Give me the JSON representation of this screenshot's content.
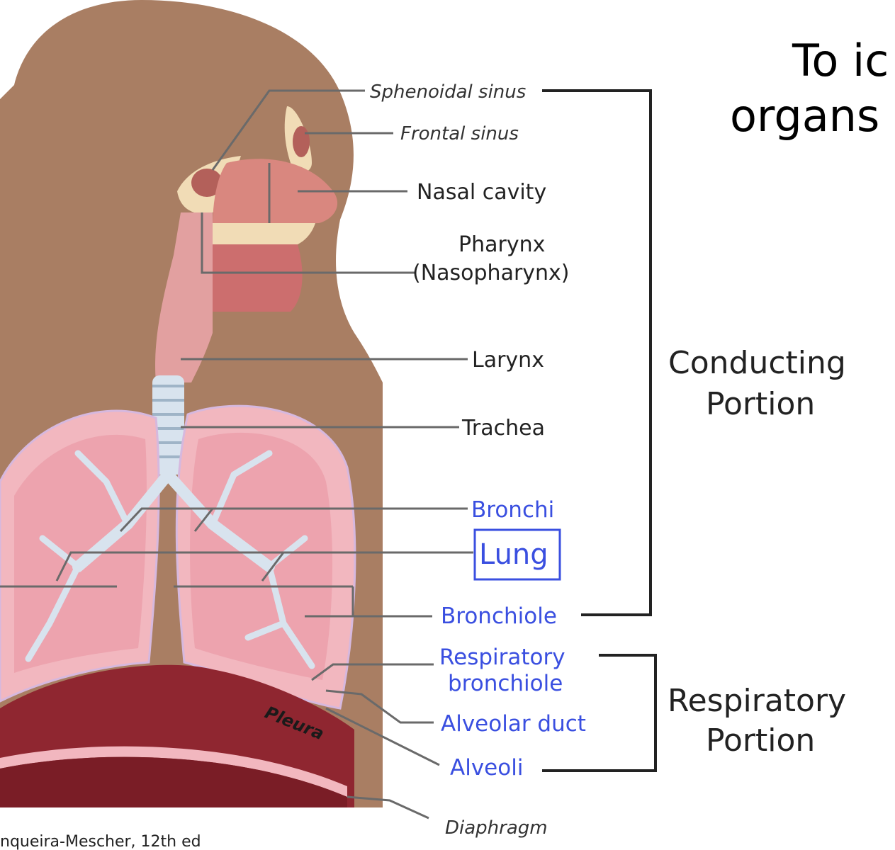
{
  "title_lines": [
    "To ic",
    "organs"
  ],
  "labels": {
    "sphenoidal_sinus": "Sphenoidal sinus",
    "frontal_sinus": "Frontal sinus",
    "nasal_cavity": "Nasal cavity",
    "pharynx_line1": "Pharynx",
    "pharynx_line2": "(Nasopharynx)",
    "larynx": "Larynx",
    "trachea": "Trachea",
    "bronchi": "Bronchi",
    "lung": "Lung",
    "bronchiole": "Bronchiole",
    "respiratory_bronchiole_line1": "Respiratory",
    "respiratory_bronchiole_line2": "bronchiole",
    "alveolar_duct": "Alveolar duct",
    "alveoli": "Alveoli",
    "diaphragm": "Diaphragm",
    "pleura": "Pleura"
  },
  "groups": {
    "conducting_line1": "Conducting",
    "conducting_line2": "Portion",
    "respiratory_line1": "Respiratory",
    "respiratory_line2": "Portion"
  },
  "credit": "nqueira-Mescher, 12th ed",
  "colors": {
    "body": "#a97e63",
    "lung": "#f2b7bf",
    "lung_dark": "#e7909d",
    "airway": "#d8e3ee",
    "diaphragm": "#8f2630",
    "label_blue": "#3a4fe0"
  }
}
